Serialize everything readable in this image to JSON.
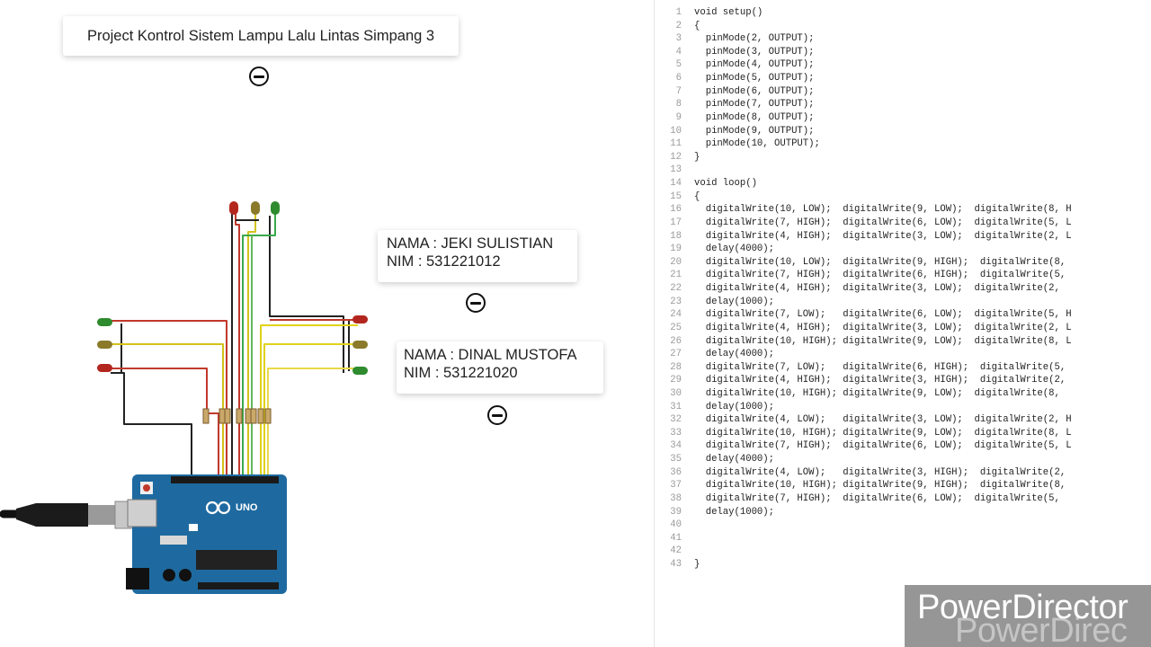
{
  "canvas": {
    "title_note": "Project Kontrol Sistem Lampu Lalu Lintas Simpang 3",
    "notes": [
      {
        "name_line": "NAMA : JEKI SULISTIAN",
        "nim_line": "NIM : 531221012"
      },
      {
        "name_line": "NAMA : DINAL MUSTOFA",
        "nim_line": "NIM : 531221020"
      }
    ],
    "collapse_icon": "minus-circle-icon",
    "board_label": "UNO",
    "board_brand_icon": "infinity-logo-icon",
    "usb_cable_icon": "usb-plug-icon",
    "led_colors": {
      "red": "#b3261e",
      "yellow": "#8a7a2a",
      "green": "#2e8b2e"
    },
    "board_color": "#1e6aa0"
  },
  "code_editor": {
    "lines": [
      {
        "n": "1",
        "text": "void setup()"
      },
      {
        "n": "2",
        "text": "{"
      },
      {
        "n": "3",
        "text": "  pinMode(2, OUTPUT);"
      },
      {
        "n": "4",
        "text": "  pinMode(3, OUTPUT);"
      },
      {
        "n": "5",
        "text": "  pinMode(4, OUTPUT);"
      },
      {
        "n": "6",
        "text": "  pinMode(5, OUTPUT);"
      },
      {
        "n": "7",
        "text": "  pinMode(6, OUTPUT);"
      },
      {
        "n": "8",
        "text": "  pinMode(7, OUTPUT);"
      },
      {
        "n": "9",
        "text": "  pinMode(8, OUTPUT);"
      },
      {
        "n": "10",
        "text": "  pinMode(9, OUTPUT);"
      },
      {
        "n": "11",
        "text": "  pinMode(10, OUTPUT);"
      },
      {
        "n": "12",
        "text": "}"
      },
      {
        "n": "13",
        "text": ""
      },
      {
        "n": "14",
        "text": "void loop()"
      },
      {
        "n": "15",
        "text": "{"
      },
      {
        "n": "16",
        "text": "  digitalWrite(10, LOW);  digitalWrite(9, LOW);  digitalWrite(8, H"
      },
      {
        "n": "17",
        "text": "  digitalWrite(7, HIGH);  digitalWrite(6, LOW);  digitalWrite(5, L"
      },
      {
        "n": "18",
        "text": "  digitalWrite(4, HIGH);  digitalWrite(3, LOW);  digitalWrite(2, L"
      },
      {
        "n": "19",
        "text": "  delay(4000);"
      },
      {
        "n": "20",
        "text": "  digitalWrite(10, LOW);  digitalWrite(9, HIGH);  digitalWrite(8,"
      },
      {
        "n": "21",
        "text": "  digitalWrite(7, HIGH);  digitalWrite(6, HIGH);  digitalWrite(5,"
      },
      {
        "n": "22",
        "text": "  digitalWrite(4, HIGH);  digitalWrite(3, LOW);  digitalWrite(2,"
      },
      {
        "n": "23",
        "text": "  delay(1000);"
      },
      {
        "n": "24",
        "text": "  digitalWrite(7, LOW);   digitalWrite(6, LOW);  digitalWrite(5, H"
      },
      {
        "n": "25",
        "text": "  digitalWrite(4, HIGH);  digitalWrite(3, LOW);  digitalWrite(2, L"
      },
      {
        "n": "26",
        "text": "  digitalWrite(10, HIGH); digitalWrite(9, LOW);  digitalWrite(8, L"
      },
      {
        "n": "27",
        "text": "  delay(4000);"
      },
      {
        "n": "28",
        "text": "  digitalWrite(7, LOW);   digitalWrite(6, HIGH);  digitalWrite(5,"
      },
      {
        "n": "29",
        "text": "  digitalWrite(4, HIGH);  digitalWrite(3, HIGH);  digitalWrite(2,"
      },
      {
        "n": "30",
        "text": "  digitalWrite(10, HIGH); digitalWrite(9, LOW);  digitalWrite(8,"
      },
      {
        "n": "31",
        "text": "  delay(1000);"
      },
      {
        "n": "32",
        "text": "  digitalWrite(4, LOW);   digitalWrite(3, LOW);  digitalWrite(2, H"
      },
      {
        "n": "33",
        "text": "  digitalWrite(10, HIGH); digitalWrite(9, LOW);  digitalWrite(8, L"
      },
      {
        "n": "34",
        "text": "  digitalWrite(7, HIGH);  digitalWrite(6, LOW);  digitalWrite(5, L"
      },
      {
        "n": "35",
        "text": "  delay(4000);"
      },
      {
        "n": "36",
        "text": "  digitalWrite(4, LOW);   digitalWrite(3, HIGH);  digitalWrite(2,"
      },
      {
        "n": "37",
        "text": "  digitalWrite(10, HIGH); digitalWrite(9, HIGH);  digitalWrite(8,"
      },
      {
        "n": "38",
        "text": "  digitalWrite(7, HIGH);  digitalWrite(6, LOW);  digitalWrite(5,"
      },
      {
        "n": "39",
        "text": "  delay(1000);"
      },
      {
        "n": "40",
        "text": ""
      },
      {
        "n": "41",
        "text": ""
      },
      {
        "n": "42",
        "text": ""
      },
      {
        "n": "43",
        "text": "}"
      }
    ]
  },
  "watermark": {
    "text": "PowerDirector"
  }
}
